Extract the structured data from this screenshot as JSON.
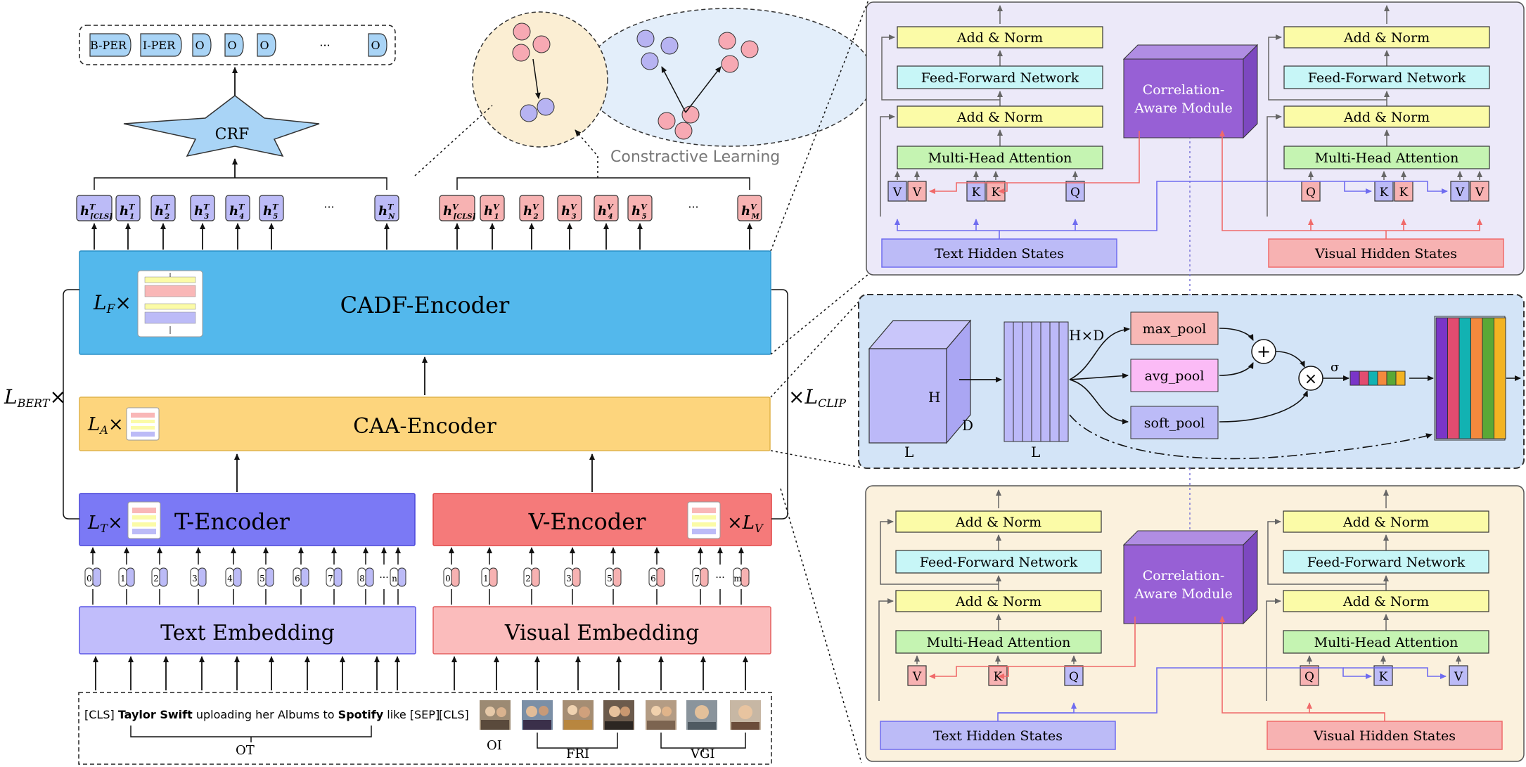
{
  "colors": {
    "text_embed": "#c1bdfb",
    "text_embed_stroke": "#5b57e6",
    "visual_embed": "#fbbcbc",
    "visual_embed_stroke": "#e35f5f",
    "t_encoder": "#7b79f5",
    "v_encoder": "#f57a7a",
    "caa": "#fdd57d",
    "cadf": "#53b8ec",
    "crf": "#a9d4f6",
    "add_norm": "#fbfba7",
    "ffn": "#c7f6f7",
    "mha": "#c5f4b2",
    "cam": "#9760d5",
    "panel_top": "#ece9f9",
    "panel_mid": "#d3e4f7",
    "panel_bot": "#fbf1dd",
    "query": "#f7b2b2",
    "kv_text": "#bcbbf7",
    "max_pool": "#f8b8b6",
    "avg_pool": "#fbbbf6",
    "soft_pool": "#bcbbf7"
  },
  "left": {
    "input_text": {
      "cls": "[CLS]",
      "bold1": "Taylor Swift",
      "mid": "uploading her Albums to",
      "bold2": "Spotify",
      "tail": "like [SEP]"
    },
    "visual_cls": "[CLS]",
    "group_labels": {
      "ot": "OT",
      "oi": "OI",
      "fri": "FRI",
      "vgi": "VGI"
    },
    "text_embedding": "Text Embedding",
    "visual_embedding": "Visual Embedding",
    "text_indices": [
      "0",
      "1",
      "2",
      "3",
      "4",
      "5",
      "6",
      "7",
      "8",
      "···",
      "n"
    ],
    "visual_indices": [
      "0",
      "1",
      "2",
      "3",
      "5",
      "6",
      "7",
      "···",
      "m"
    ],
    "t_encoder": "T-Encoder",
    "v_encoder": "V-Encoder",
    "caa_encoder": "CAA-Encoder",
    "cadf_encoder": "CADF-Encoder",
    "lt": "L",
    "lt_sub": "T",
    "lv": "L",
    "lv_sub": "V",
    "la": "L",
    "la_sub": "A",
    "lf": "L",
    "lf_sub": "F",
    "times": "×",
    "lbert": "L",
    "lbert_sub": "BERT",
    "lclip": "L",
    "lclip_sub": "CLIP",
    "text_hidden_subs": [
      "[CLS]",
      "1",
      "2",
      "3",
      "4",
      "5",
      "···",
      "N"
    ],
    "visual_hidden_subs": [
      "[CLS]",
      "1",
      "2",
      "3",
      "4",
      "5",
      "···",
      "M"
    ],
    "h": "h",
    "sup_t": "T",
    "sup_v": "V",
    "crf": "CRF",
    "tags": [
      "B-PER",
      "I-PER",
      "O",
      "O",
      "O",
      "···",
      "O"
    ],
    "contrastive": "Constractive Learning"
  },
  "right": {
    "add_norm": "Add & Norm",
    "ffn": "Feed-Forward Network",
    "mha": "Multi-Head Attention",
    "cam_line1": "Correlation-",
    "cam_line2": "Aware Module",
    "v": "V",
    "k": "K",
    "q": "Q",
    "text_hidden_states": "Text Hidden States",
    "visual_hidden_states": "Visual Hidden States",
    "max_pool": "max_pool",
    "avg_pool": "avg_pool",
    "soft_pool": "soft_pool",
    "hxd": "H×D",
    "h_label": "H",
    "d_label": "D",
    "l_label": "L",
    "plus": "+",
    "mult": "×",
    "sigma": "σ",
    "bar_colors": [
      "#7a35c8",
      "#e24c70",
      "#12b2b2",
      "#f4893d",
      "#5aa836",
      "#f2b322"
    ]
  }
}
